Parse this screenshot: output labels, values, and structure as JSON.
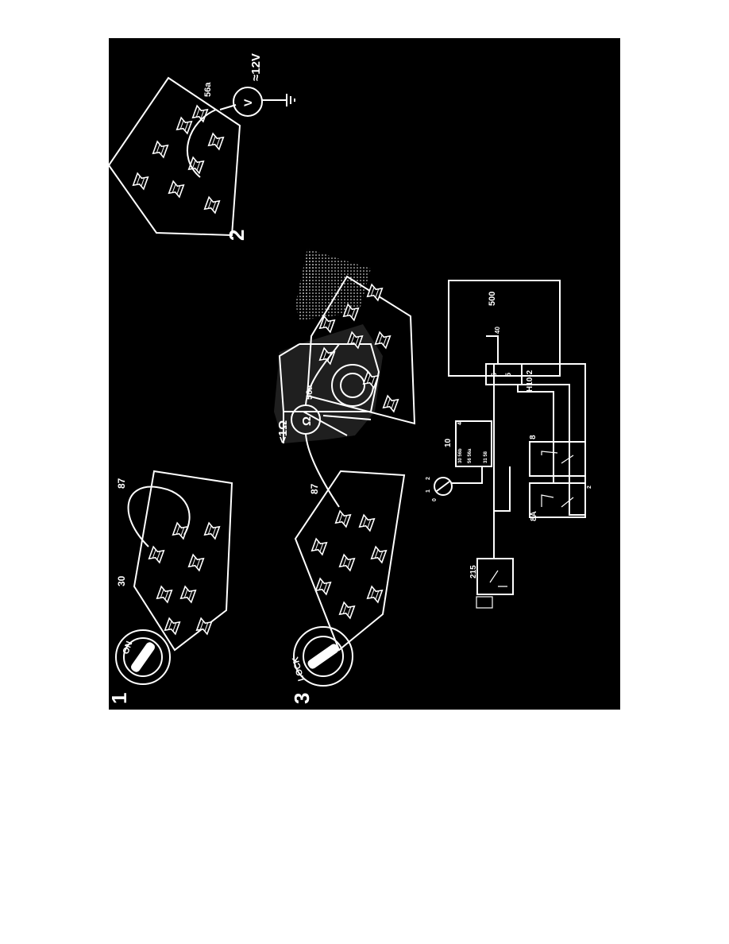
{
  "steps": {
    "s1": "1",
    "s2": "2",
    "s3": "3"
  },
  "ignition": {
    "on_label": "ON",
    "lock_label": "LOCK"
  },
  "step1": {
    "pin_a": "30",
    "pin_b": "87"
  },
  "step2": {
    "pin": "56a",
    "meter": "V",
    "reading": "≈12V"
  },
  "step3": {
    "pin_a": "87",
    "pin_b": "56a",
    "meter": "Ω",
    "reading": "<1Ω"
  },
  "wiring": {
    "comp_215": "215",
    "comp_10": "10",
    "comp_8a": "8A",
    "comp_8": "8",
    "comp_500": "500",
    "connector": "H10-2",
    "pin_40": "40",
    "pin_6": "6",
    "pin_5": "5",
    "pin_1": "1",
    "pin_2": "2",
    "pin_4": "4",
    "switch_pos_0": "0",
    "switch_pos_1": "1",
    "switch_pos_2": "2",
    "relay_pins_a": "30  56b",
    "relay_pins_b": "56  56a",
    "relay_pins_c": "31  58"
  }
}
